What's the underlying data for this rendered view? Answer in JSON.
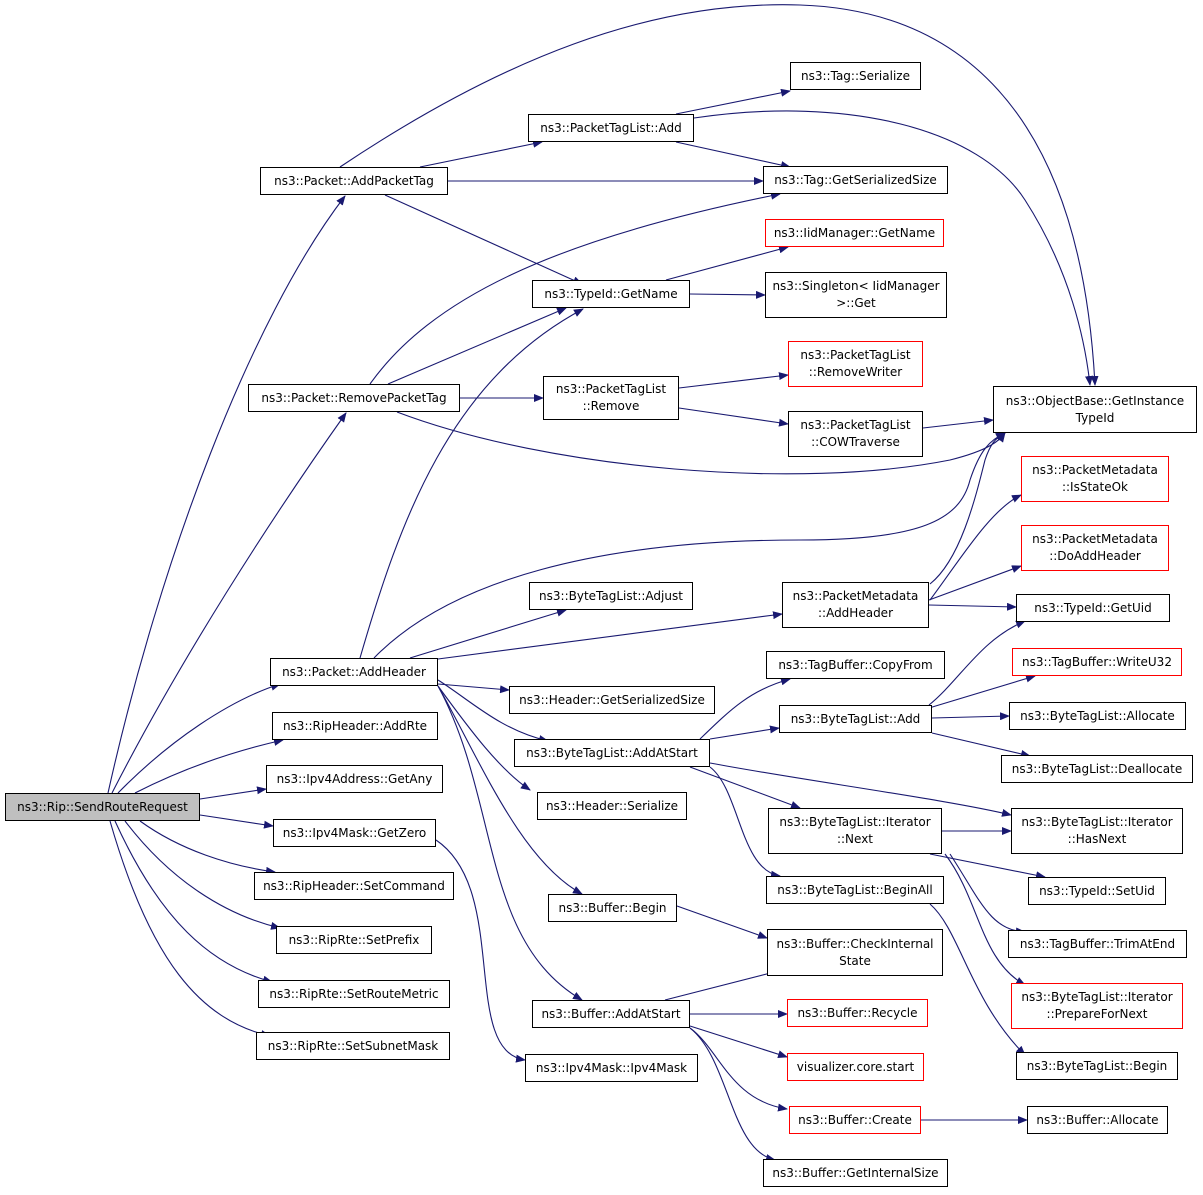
{
  "colors": {
    "edge": "#191970",
    "root_fill": "#bfbfbf",
    "node_border": "#000000",
    "truncated_border": "#ff0000"
  },
  "nodes": {
    "root": {
      "label": "ns3::Rip::SendRouteRequest"
    },
    "addPacketTag": {
      "label": "ns3::Packet::AddPacketTag"
    },
    "removePacketTag": {
      "label": "ns3::Packet::RemovePacketTag"
    },
    "addHeader": {
      "label": "ns3::Packet::AddHeader"
    },
    "addRte": {
      "label": "ns3::RipHeader::AddRte"
    },
    "getAny": {
      "label": "ns3::Ipv4Address::GetAny"
    },
    "getZero": {
      "label": "ns3::Ipv4Mask::GetZero"
    },
    "setCommand": {
      "label": "ns3::RipHeader::SetCommand"
    },
    "setPrefix": {
      "label": "ns3::RipRte::SetPrefix"
    },
    "setRouteMetric": {
      "label": "ns3::RipRte::SetRouteMetric"
    },
    "setSubnetMask": {
      "label": "ns3::RipRte::SetSubnetMask"
    },
    "tagListAdd": {
      "label": "ns3::PacketTagList::Add"
    },
    "typeIdGetName": {
      "label": "ns3::TypeId::GetName"
    },
    "tagListRemove": {
      "label": "ns3::PacketTagList\n::Remove"
    },
    "byteTagAdjust": {
      "label": "ns3::ByteTagList::Adjust"
    },
    "headerGetSerSize": {
      "label": "ns3::Header::GetSerializedSize"
    },
    "byteTagAddAtStart": {
      "label": "ns3::ByteTagList::AddAtStart"
    },
    "headerSerialize": {
      "label": "ns3::Header::Serialize"
    },
    "bufferBegin": {
      "label": "ns3::Buffer::Begin"
    },
    "bufferAddAtStart": {
      "label": "ns3::Buffer::AddAtStart"
    },
    "ipv4Mask": {
      "label": "ns3::Ipv4Mask::Ipv4Mask"
    },
    "tagSerialize": {
      "label": "ns3::Tag::Serialize"
    },
    "tagGetSerSize": {
      "label": "ns3::Tag::GetSerializedSize"
    },
    "iidGetName": {
      "label": "ns3::IidManager::GetName"
    },
    "singletonGet": {
      "label": "ns3::Singleton< IidManager\n>::Get"
    },
    "removeWriter": {
      "label": "ns3::PacketTagList\n::RemoveWriter"
    },
    "cowTraverse": {
      "label": "ns3::PacketTagList\n::COWTraverse"
    },
    "metaAddHeader": {
      "label": "ns3::PacketMetadata\n::AddHeader"
    },
    "tagBufCopyFrom": {
      "label": "ns3::TagBuffer::CopyFrom"
    },
    "byteTagAdd": {
      "label": "ns3::ByteTagList::Add"
    },
    "iterNext": {
      "label": "ns3::ByteTagList::Iterator\n::Next"
    },
    "beginAll": {
      "label": "ns3::ByteTagList::BeginAll"
    },
    "checkInternal": {
      "label": "ns3::Buffer::CheckInternal\nState"
    },
    "bufferRecycle": {
      "label": "ns3::Buffer::Recycle"
    },
    "vizStart": {
      "label": "visualizer.core.start"
    },
    "bufferCreate": {
      "label": "ns3::Buffer::Create"
    },
    "getInternalSize": {
      "label": "ns3::Buffer::GetInternalSize"
    },
    "getInstanceTypeId": {
      "label": "ns3::ObjectBase::GetInstance\nTypeId"
    },
    "isStateOk": {
      "label": "ns3::PacketMetadata\n::IsStateOk"
    },
    "doAddHeader": {
      "label": "ns3::PacketMetadata\n::DoAddHeader"
    },
    "getUid": {
      "label": "ns3::TypeId::GetUid"
    },
    "writeU32": {
      "label": "ns3::TagBuffer::WriteU32"
    },
    "byteTagAllocate": {
      "label": "ns3::ByteTagList::Allocate"
    },
    "byteTagDeallocate": {
      "label": "ns3::ByteTagList::Deallocate"
    },
    "iterHasNext": {
      "label": "ns3::ByteTagList::Iterator\n::HasNext"
    },
    "setUid": {
      "label": "ns3::TypeId::SetUid"
    },
    "trimAtEnd": {
      "label": "ns3::TagBuffer::TrimAtEnd"
    },
    "prepareForNext": {
      "label": "ns3::ByteTagList::Iterator\n::PrepareForNext"
    },
    "byteTagBegin": {
      "label": "ns3::ByteTagList::Begin"
    },
    "bufferAllocate": {
      "label": "ns3::Buffer::Allocate"
    }
  }
}
